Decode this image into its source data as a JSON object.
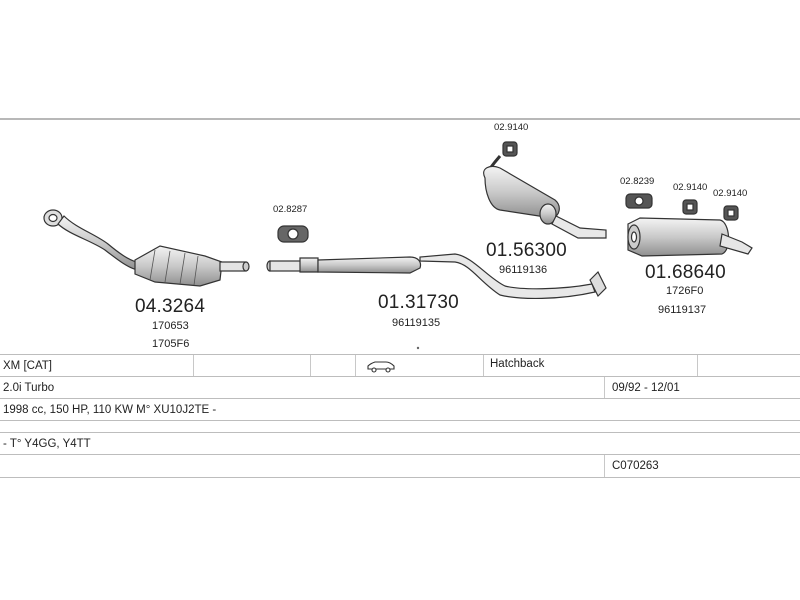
{
  "parts": [
    {
      "id": "04.3264",
      "refs": [
        "170653",
        "1705F6"
      ]
    },
    {
      "id": "01.31730",
      "refs": [
        "96119135"
      ]
    },
    {
      "id": "01.56300",
      "refs": [
        "96119136"
      ]
    },
    {
      "id": "01.68640",
      "refs": [
        "1726F0",
        "96119137"
      ]
    }
  ],
  "mounts": [
    {
      "id": "02.8287"
    },
    {
      "id": "02.9140"
    },
    {
      "id": "02.8239"
    },
    {
      "id": "02.9140"
    },
    {
      "id": "02.9140"
    }
  ],
  "vehicle": {
    "model": "XM  [CAT]",
    "body": "Hatchback",
    "engine": "2.0i Turbo",
    "period": "09/92 - 12/01",
    "spec": "1998 cc, 150 HP, 110 KW M° XU10J2TE -",
    "codes": "- T° Y4GG, Y4TT",
    "kit": "C070263"
  },
  "icons": {
    "body_type": "car-icon"
  }
}
